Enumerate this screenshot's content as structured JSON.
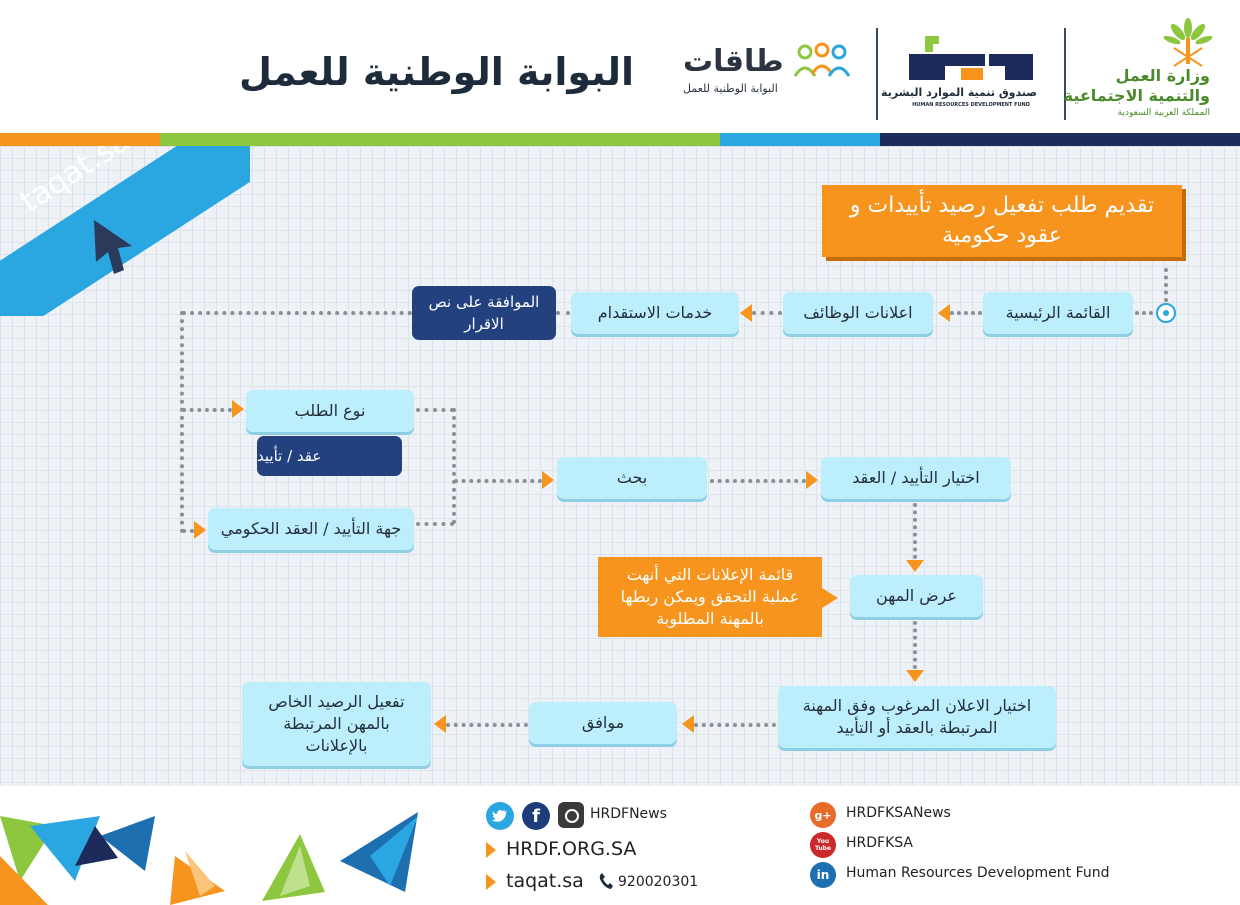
{
  "header": {
    "title": "البوابة الوطنية للعمل",
    "taqat_logo_main": "طاقات",
    "taqat_logo_sub": "البوابة الوطنية للعمل",
    "hrdf_logo_ar": "صندوق تنمية الموارد البشرية",
    "hrdf_logo_en": "HUMAN RESOURCES DEVELOPMENT FUND",
    "ministry_line1": "وزارة العمل",
    "ministry_line2": "والتنمية الاجتماعية",
    "ministry_line3": "المملكة العربية السعودية"
  },
  "stripe_colors": [
    "#f7941d",
    "#8dc63f",
    "#2aa7e0",
    "#1d2b5a"
  ],
  "banner": {
    "site": "taqat.sa"
  },
  "diagram": {
    "main_title": "تقديم طلب تفعيل رصيد تأييدات و عقود حكومية",
    "nodes": {
      "main_menu": "القائمة الرئيسية",
      "job_ads": "اعلانات الوظائف",
      "recruit_services": "خدمات الاستقدام",
      "agree_terms": "الموافقة على نص الاقرار",
      "request_type": "نوع الطلب",
      "contract_endorse": "عقد / تأييد",
      "search": "بحث",
      "choose_endorse": "اختيار التأييد / العقد",
      "authority": "جهة التأييد / العقد الحكومي",
      "show_jobs": "عرض المهن",
      "ads_list_note": "قائمة الإعلانات التي أنهت عملية التحقق ويمكن ربطها بالمهنة المطلوبة",
      "choose_ad": "اختيار الاعلان المرغوب وفق المهنة المرتبطة بالعقد أو التأييد",
      "agree": "موافق",
      "activate_balance": "تفعيل الرصيد الخاص بالمهن المرتبطة بالإعلانات"
    }
  },
  "footer": {
    "social_handle": "HRDFNews",
    "website": "HRDF.ORG.SA",
    "taqat": "taqat.sa",
    "phone": "920020301",
    "gplus": "HRDFKSANews",
    "youtube": "HRDFKSA",
    "linkedin": "Human Resources Development Fund",
    "icon_gplus_label": "g+",
    "icon_youtube_label": "You Tube",
    "icon_linkedin_label": "in"
  },
  "icons": [
    "twitter-icon",
    "facebook-icon",
    "instagram-icon",
    "google-plus-icon",
    "youtube-icon",
    "linkedin-icon",
    "phone-icon",
    "cursor-icon",
    "palm-emblem-icon"
  ]
}
